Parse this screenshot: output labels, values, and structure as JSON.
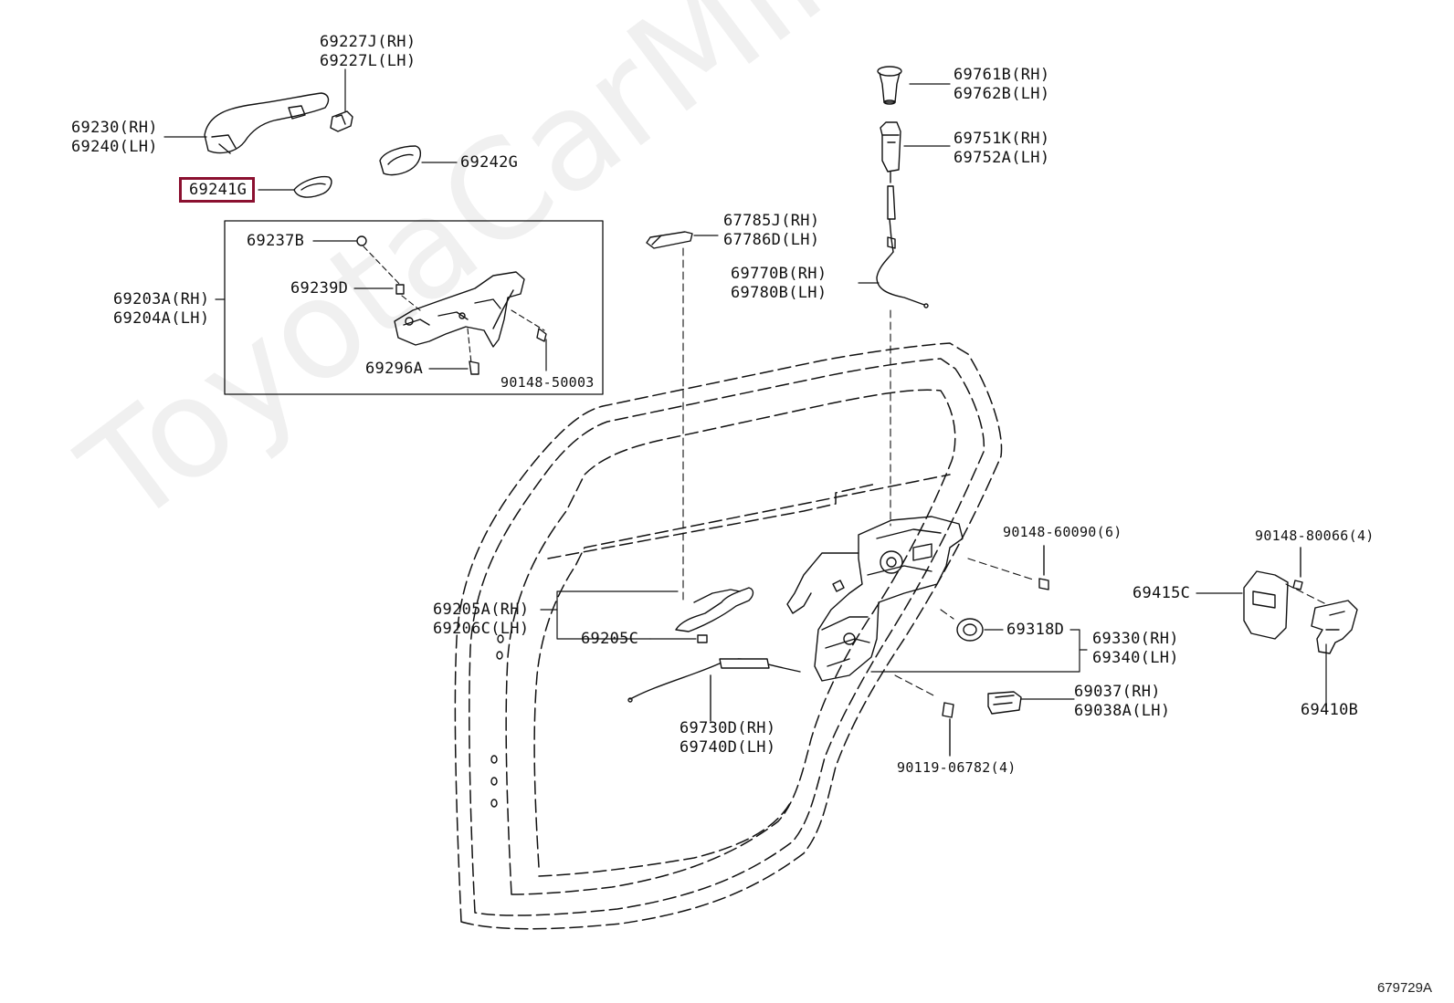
{
  "diagram": {
    "watermark": "ToyotaCarMine.ru",
    "figure_code": "679729A",
    "highlighted_part": "69241G",
    "labels": {
      "p69227": [
        "69227J(RH)",
        "69227L(LH)"
      ],
      "p69230": [
        "69230(RH)",
        "69240(LH)"
      ],
      "p69242G": "69242G",
      "p69241G": "69241G",
      "p69237B": "69237B",
      "p69239D": "69239D",
      "p69203": [
        "69203A(RH)",
        "69204A(LH)"
      ],
      "p69296A": "69296A",
      "p90148_50003": "90148-50003",
      "p69761": [
        "69761B(RH)",
        "69762B(LH)"
      ],
      "p69751": [
        "69751K(RH)",
        "69752A(LH)"
      ],
      "p67785": [
        "67785J(RH)",
        "67786D(LH)"
      ],
      "p69770": [
        "69770B(RH)",
        "69780B(LH)"
      ],
      "p90148_60090": "90148-60090(6)",
      "p90148_80066": "90148-80066(4)",
      "p69415C": "69415C",
      "p69205": [
        "69205A(RH)",
        "69206C(LH)"
      ],
      "p69205C": "69205C",
      "p69318D": "69318D",
      "p69330": [
        "69330(RH)",
        "69340(LH)"
      ],
      "p69730": [
        "69730D(RH)",
        "69740D(LH)"
      ],
      "p69037": [
        "69037(RH)",
        "69038A(LH)"
      ],
      "p69410B": "69410B",
      "p90119": "90119-06782(4)"
    }
  }
}
